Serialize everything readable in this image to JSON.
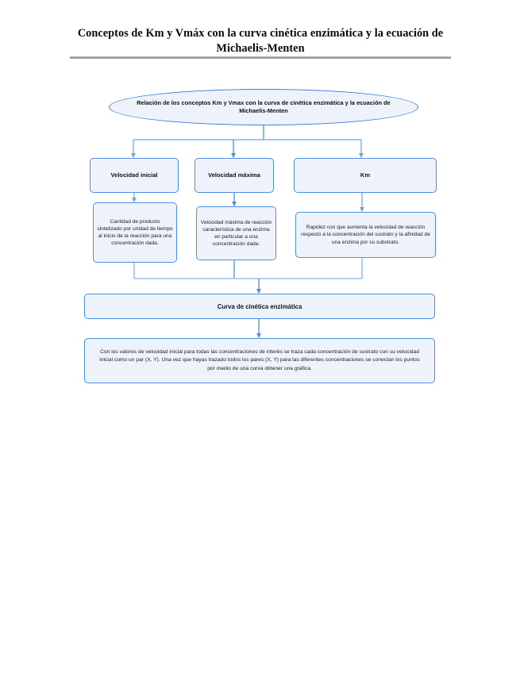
{
  "document": {
    "title": "Conceptos de Km y Vmáx con la curva cinética enzimática y la ecuación de Michaelis-Menten",
    "page_background": "#ffffff",
    "rule_color": "#9a9a9a"
  },
  "theme": {
    "node_fill": "#eef3fb",
    "node_border": "#4a8fe0",
    "connector_color": "#4a8fe0",
    "text_color": "#111111"
  },
  "diagram": {
    "type": "flowchart",
    "root": {
      "shape": "ellipse",
      "label": "Relación de los conceptos Km y Vmax con la curva de cinética enzimática y la ecuación de Michaelis-Menten"
    },
    "level1": [
      {
        "id": "velocidad-inicial",
        "label": "Velocidad inicial"
      },
      {
        "id": "velocidad-maxima",
        "label": "Velocidad máxima"
      },
      {
        "id": "km",
        "label": "Km"
      }
    ],
    "level2": [
      {
        "id": "detalle-velocidad-inicial",
        "label": "Cantidad de producto sintetizado por unidad de tiempo al inicio de la reacción para una concentración dada."
      },
      {
        "id": "detalle-velocidad-maxima",
        "label": "Velocidad máxima de reacción característica de una enzima en particular a una concentración dada."
      },
      {
        "id": "detalle-km",
        "label": "Rapidez con que aumenta la velocidad de reacción respecto a la concentración del sustrato y la afinidad de una enzima por su substrato."
      }
    ],
    "curva": {
      "id": "curva-cinetica-enzimatica",
      "label": "Curva de cinética enzimática"
    },
    "parrafo": {
      "id": "procedimiento-grafica",
      "label": "Con los valores de velocidad inicial  para todas las concentraciones de interés se traza cada concentración de sustrato con su velocidad inicial como un par (X, Y). Una vez que hayas trazado todos los pares (X, Y) para las diferentes concentraciones se conectan los puntos por medio de una curva  obtener una gráfica."
    }
  }
}
